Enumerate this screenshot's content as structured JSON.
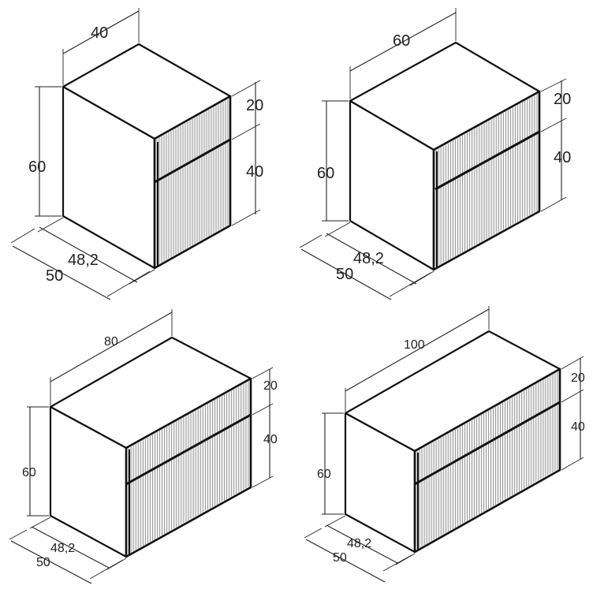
{
  "cabinets": [
    {
      "id": "40",
      "width_label": "40",
      "height_label": "60",
      "depth_inner_label": "48,2",
      "depth_outer_label": "50",
      "top_drawer_label": "20",
      "bottom_drawer_label": "40"
    },
    {
      "id": "60",
      "width_label": "60",
      "height_label": "60",
      "depth_inner_label": "48,2",
      "depth_outer_label": "50",
      "top_drawer_label": "20",
      "bottom_drawer_label": "40"
    },
    {
      "id": "80",
      "width_label": "80",
      "height_label": "60",
      "depth_inner_label": "48,2",
      "depth_outer_label": "50",
      "top_drawer_label": "20",
      "bottom_drawer_label": "40"
    },
    {
      "id": "100",
      "width_label": "100",
      "height_label": "60",
      "depth_inner_label": "48,2",
      "depth_outer_label": "50",
      "top_drawer_label": "20",
      "bottom_drawer_label": "40"
    }
  ],
  "colors": {
    "line": "#111111",
    "front_fill": "#f4f4f4",
    "flute": "#777777"
  }
}
